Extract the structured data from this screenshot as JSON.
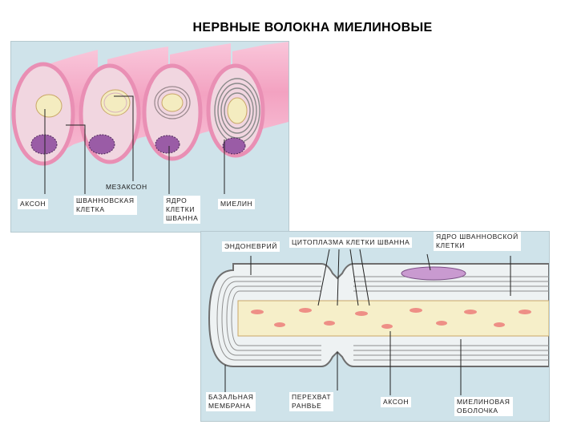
{
  "title": "НЕРВНЫЕ ВОЛОКНА  МИЕЛИНОВЫЕ",
  "top_diagram": {
    "labels": {
      "mesaxon": "МЕЗАКСОН",
      "axon": "АКСОН",
      "schwann_cell": "ШВАННОВСКАЯ\nКЛЕТКА",
      "schwann_nucleus": "ЯДРО\nКЛЕТКИ\nШВАННА",
      "myelin": "МИЕЛИН"
    }
  },
  "bottom_diagram": {
    "labels": {
      "endoneurium": "ЭНДОНЕВРИЙ",
      "schwann_cytoplasm": "ЦИТОПЛАЗМА КЛЕТКИ ШВАННА",
      "schwann_cell_nucleus": "ЯДРО ШВАННОВСКОЙ\nКЛЕТКИ",
      "basal_membrane": "БАЗАЛЬНАЯ\nМЕМБРАНА",
      "node_of_ranvier": "ПЕРЕХВАТ\nРАНВЬЕ",
      "axon": "АКСОН",
      "myelin_sheath": "МИЕЛИНОВАЯ\nОБОЛОЧКА"
    }
  },
  "colors": {
    "background": "#cfe3ea",
    "membrane_pink": "#f4a7c3",
    "axon_yellow": "#f4ecc0",
    "nucleus_purple": "#9a5ca6",
    "myelin_gray": "#8f8f8f"
  }
}
